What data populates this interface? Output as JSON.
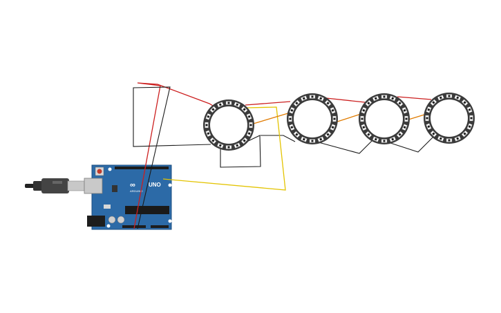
{
  "canvas": {
    "background": "#ffffff"
  },
  "arduino": {
    "board_color": "#2c6aa7",
    "logo_text": "∞",
    "model_label": "UNO",
    "brand_label": "ARDUINO",
    "usb_cable": "usb-cable-icon",
    "power_jack": "dc-jack-icon",
    "reset_button": "reset-button-icon",
    "chip": "atmega-chip-icon"
  },
  "rings": {
    "count": 4,
    "led_count": 16,
    "ring_color": "#3a3a3a",
    "led_color": "#ffffff",
    "led_shadow_color": "#1a1a1a"
  },
  "wires": [
    {
      "name": "power-5v",
      "color": "#cc1f1f"
    },
    {
      "name": "ground",
      "color": "#1a1a1a"
    },
    {
      "name": "data-in",
      "color": "#e3c300"
    },
    {
      "name": "data-chain",
      "color": "#e07b00"
    }
  ]
}
